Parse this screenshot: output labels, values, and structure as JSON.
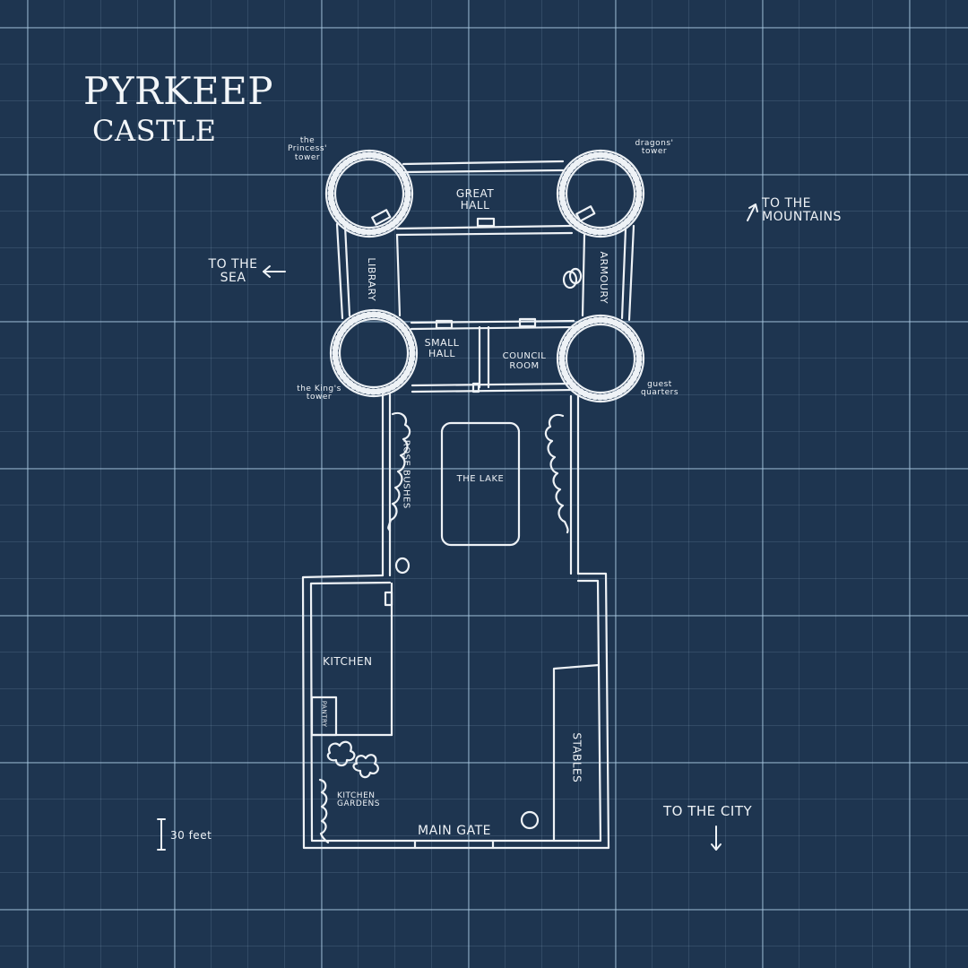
{
  "map": {
    "title_line1": "Pyrkeep",
    "title_line2": "Castle",
    "directions": {
      "sea": "To the sea",
      "mountains": "To the mountains",
      "city": "To the city"
    },
    "towers": {
      "princess": "the Princess' tower",
      "dragons": "dragons' tower",
      "kings": "the King's tower",
      "guest": "guest quarters"
    },
    "rooms": {
      "great_hall": "Great Hall",
      "library": "Library",
      "armoury": "Armoury",
      "small_hall": "Small Hall",
      "council_room": "Council Room",
      "the_lake": "The Lake",
      "rose_bushes": "Rose Bushes",
      "kitchen": "Kitchen",
      "pantry": "Pantry",
      "kitchen_gardens": "Kitchen Gardens",
      "stables": "Stables",
      "main_gate": "Main Gate"
    },
    "scale": {
      "label": "30 feet"
    },
    "colors": {
      "background": "#1e3550",
      "ink": "#eef2f6"
    }
  }
}
